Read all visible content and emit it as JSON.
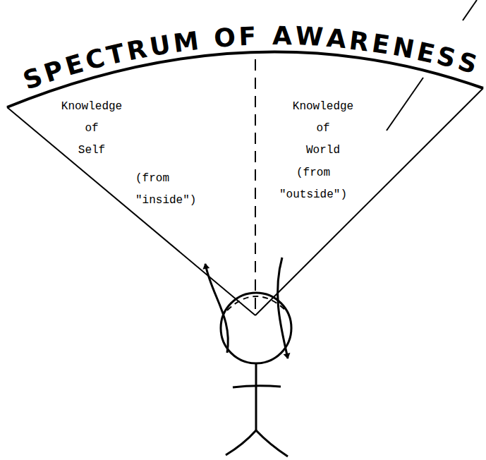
{
  "diagram": {
    "title": "SPECTRUM OF AWARENESS",
    "nodes": [
      {
        "text": [
          "Knowledge of Self",
          "(from \"inside\")"
        ]
      },
      {
        "text": [
          "Knowledge of World",
          "(from \"outside\")"
        ]
      }
    ]
  }
}
